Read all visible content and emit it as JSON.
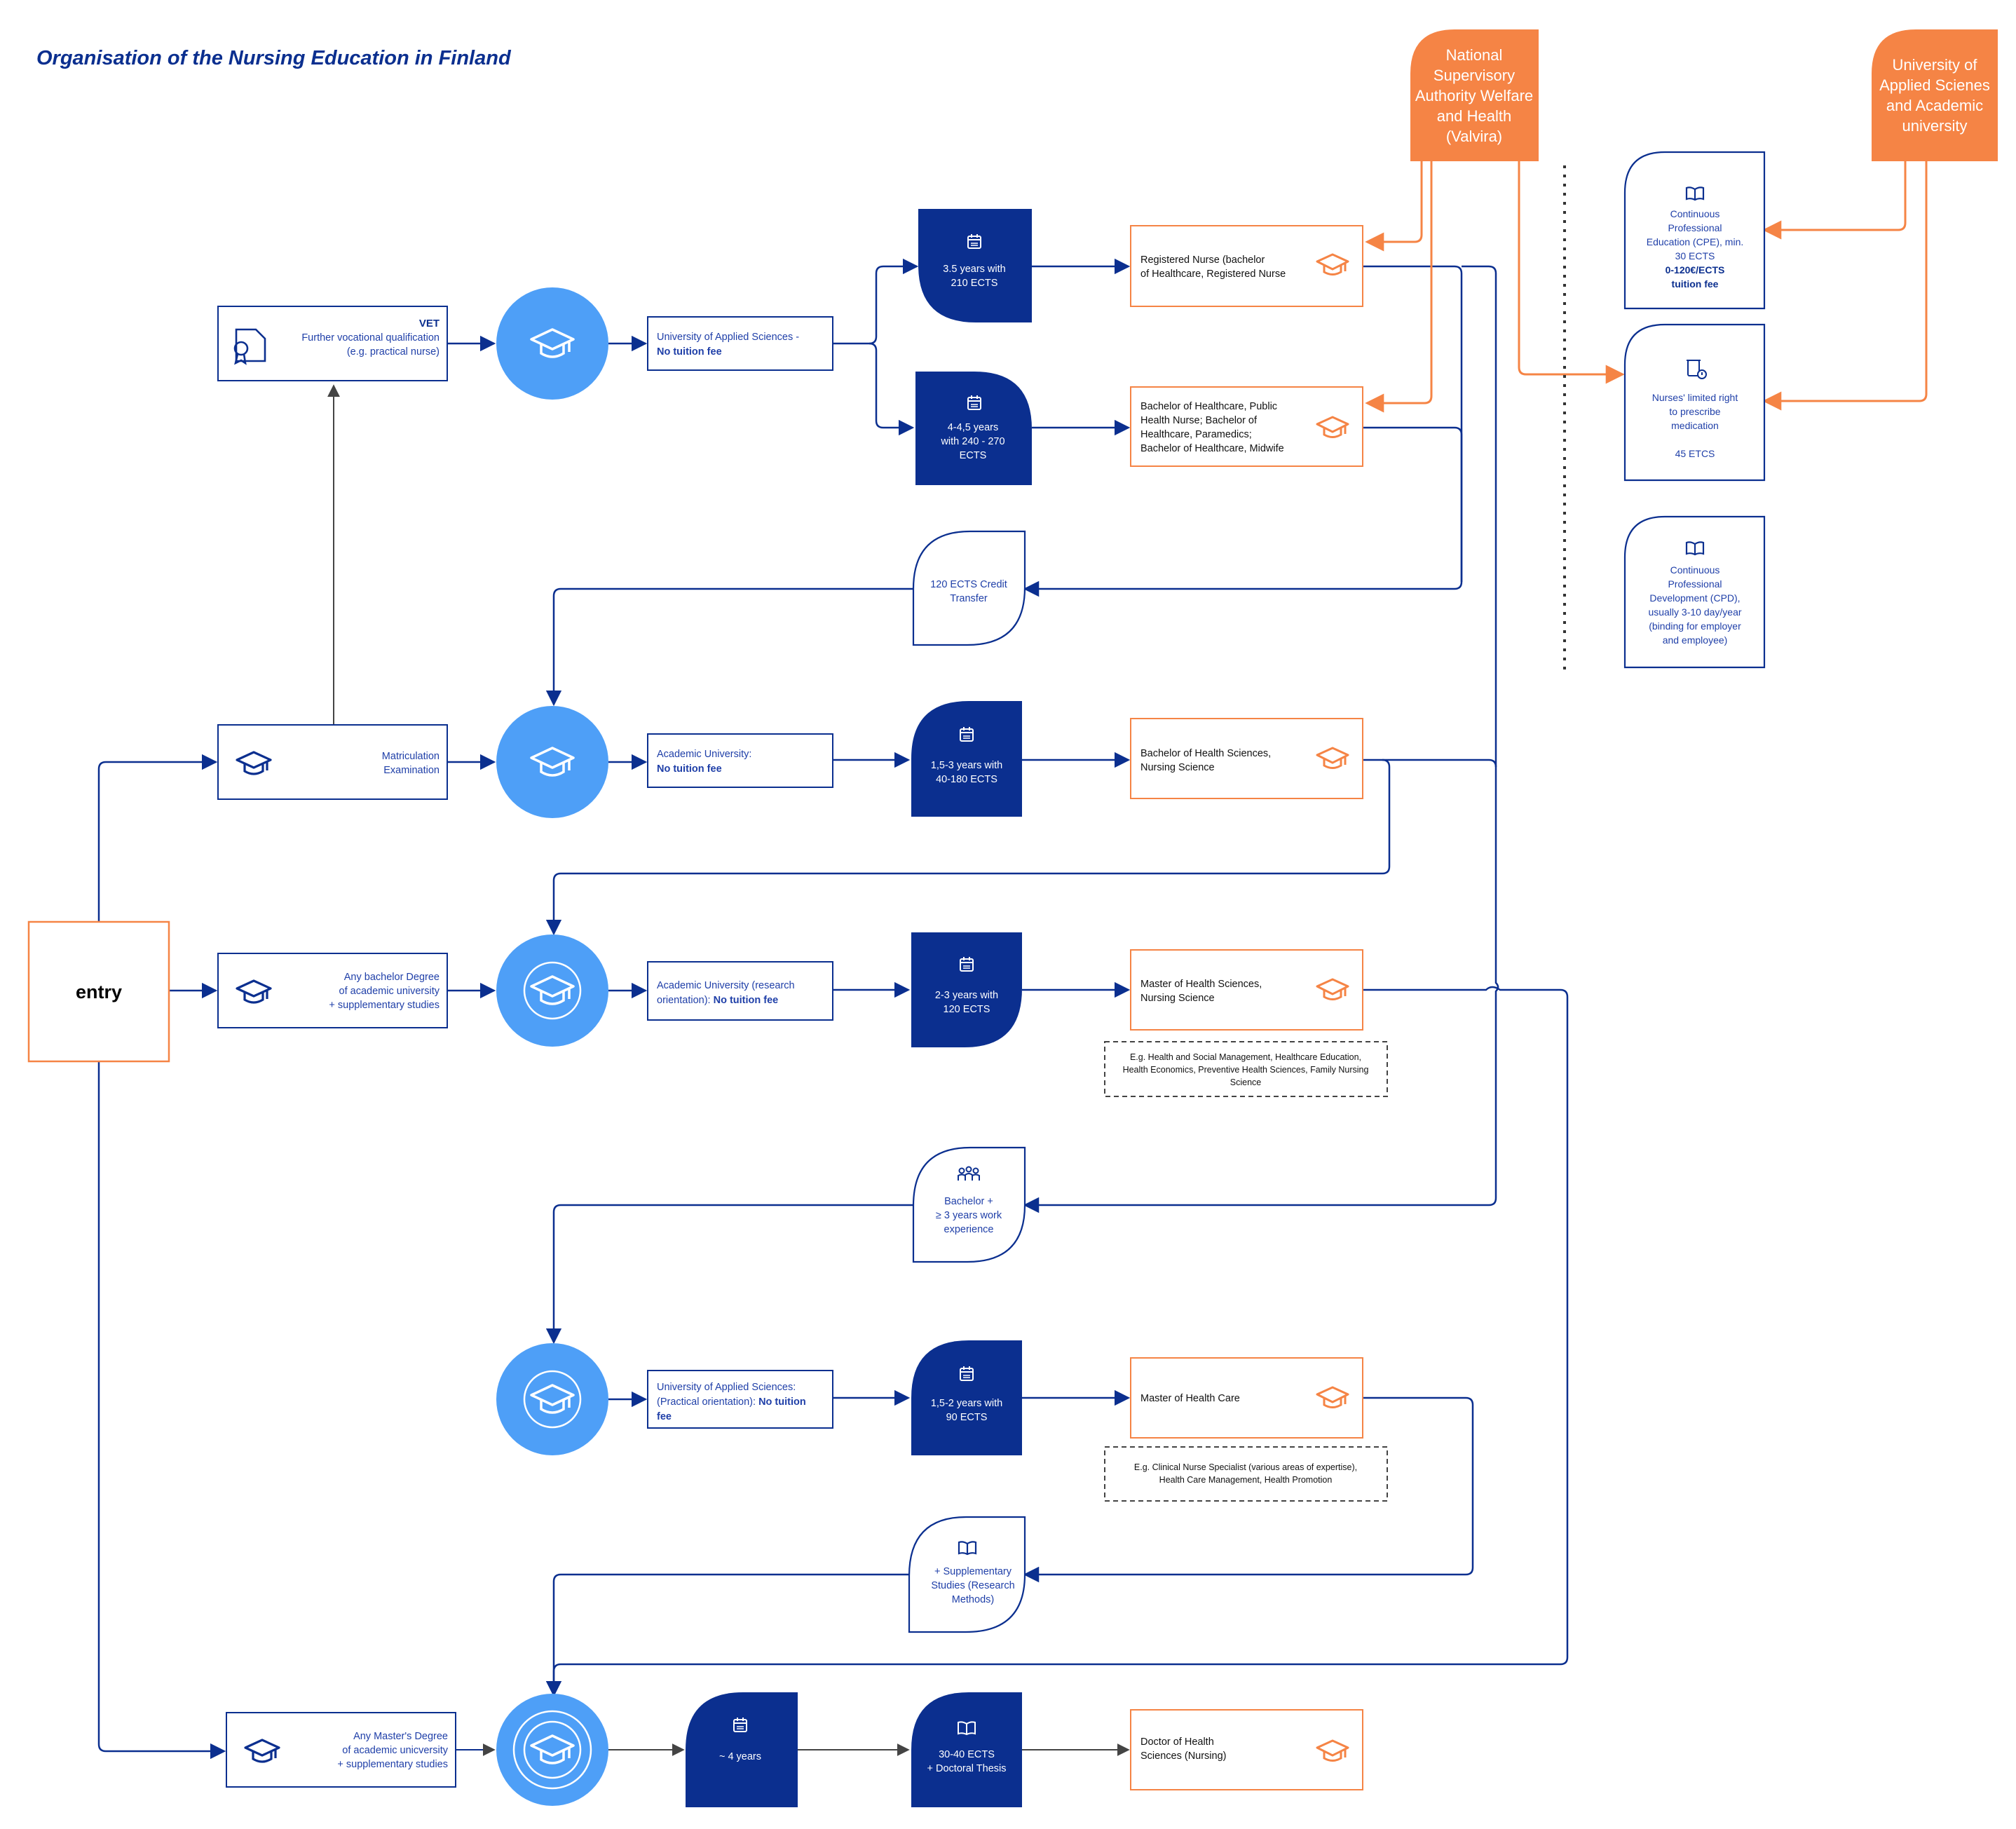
{
  "title": "Organisation of the Nursing Education in Finland",
  "colors": {
    "navy": "#0b2f8f",
    "blue_text": "#1f3fa8",
    "light_blue": "#4e9ff7",
    "orange": "#f58445",
    "black": "#000000"
  },
  "entry": {
    "label": "entry"
  },
  "top_boxes": {
    "valvira": [
      "National",
      "Supervisory",
      "Authority Welfare",
      "and Health",
      "(Valvira)"
    ],
    "university": [
      "University of",
      "Applied Scienes",
      "and Academic",
      "university"
    ]
  },
  "entry_routes": {
    "vet": {
      "title": "VET",
      "lines": [
        "Further vocational qualification",
        "(e.g. practical nurse)"
      ]
    },
    "matriculation": {
      "lines": [
        "Matriculation",
        "Examination"
      ]
    },
    "bachelor_any": {
      "lines": [
        "Any bachelor Degree",
        "of academic university",
        "+ supplementary studies"
      ]
    },
    "master_any": {
      "lines": [
        "Any Master's Degree",
        "of academic unicversity",
        "+ supplementary studies"
      ]
    }
  },
  "institutions": {
    "uas": {
      "line1": "University of Applied Sciences -",
      "bold": "No tuition fee"
    },
    "academic": {
      "line1": "Academic University:",
      "bold": "No tuition fee"
    },
    "academic_research": {
      "line1": "Academic University (research",
      "line2": "orientation): ",
      "bold": "No tuition fee"
    },
    "uas_practical": {
      "line1": "University of Applied Sciences:",
      "line2": "(Practical orientation): ",
      "bold1": "No tuition",
      "bold2": "fee"
    }
  },
  "durations": {
    "d1": [
      "3.5 years with",
      "210 ECTS"
    ],
    "d2": [
      "4-4,5 years",
      "with 240 - 270",
      "ECTS"
    ],
    "d3": [
      "1,5-3 years with",
      "40-180 ECTS"
    ],
    "d4": [
      "2-3 years with",
      "120 ECTS"
    ],
    "d5": [
      "1,5-2 years with",
      "90 ECTS"
    ],
    "d6": [
      "~ 4 years"
    ],
    "d7": [
      "30-40 ECTS",
      "+ Doctoral Thesis"
    ]
  },
  "degrees": {
    "rn": [
      "Registered Nurse (bachelor",
      "of Healthcare, Registered Nurse"
    ],
    "bh": [
      "Bachelor of Healthcare, Public",
      "Health Nurse; Bachelor of",
      "Healthcare, Paramedics;",
      "Bachelor of Healthcare, Midwife"
    ],
    "bhs": [
      "Bachelor of Health Sciences,",
      "Nursing Science"
    ],
    "mhs": [
      "Master of Health Sciences,",
      "Nursing Science"
    ],
    "mhc": [
      "Master of Health Care"
    ],
    "doc": [
      "Doctor of Health",
      "Sciences (Nursing)"
    ]
  },
  "notes": {
    "mhs": [
      "E.g. Health and Social Management, Healthcare Education,",
      "Health Economics, Preventive Health Sciences, Family Nursing",
      "Science"
    ],
    "mhc": [
      "E.g. Clinical Nurse Specialist (various areas of expertise),",
      "Health Care Management, Health Promotion"
    ]
  },
  "transfers": {
    "credit": [
      "120 ECTS Credit",
      "Transfer"
    ],
    "work": [
      "Bachelor +",
      "≥ 3 years work",
      "experience"
    ],
    "supplementary": [
      "+ Supplementary",
      "Studies (Research",
      "Methods)"
    ]
  },
  "continuing": {
    "cpe": {
      "lines": [
        "Continuous",
        "Professional",
        "Education (CPE), min.",
        "30 ECTS"
      ],
      "bold": [
        "0-120€/ECTS",
        "tuition fee"
      ]
    },
    "prescribe": {
      "lines": [
        "Nurses' limited right",
        "to prescribe",
        "medication"
      ],
      "extra": "45 ETCS"
    },
    "cpd": {
      "lines": [
        "Continuous",
        "Professional",
        "Development (CPD),",
        "usually 3-10 day/year",
        "(binding for employer",
        "and employee)"
      ]
    }
  }
}
